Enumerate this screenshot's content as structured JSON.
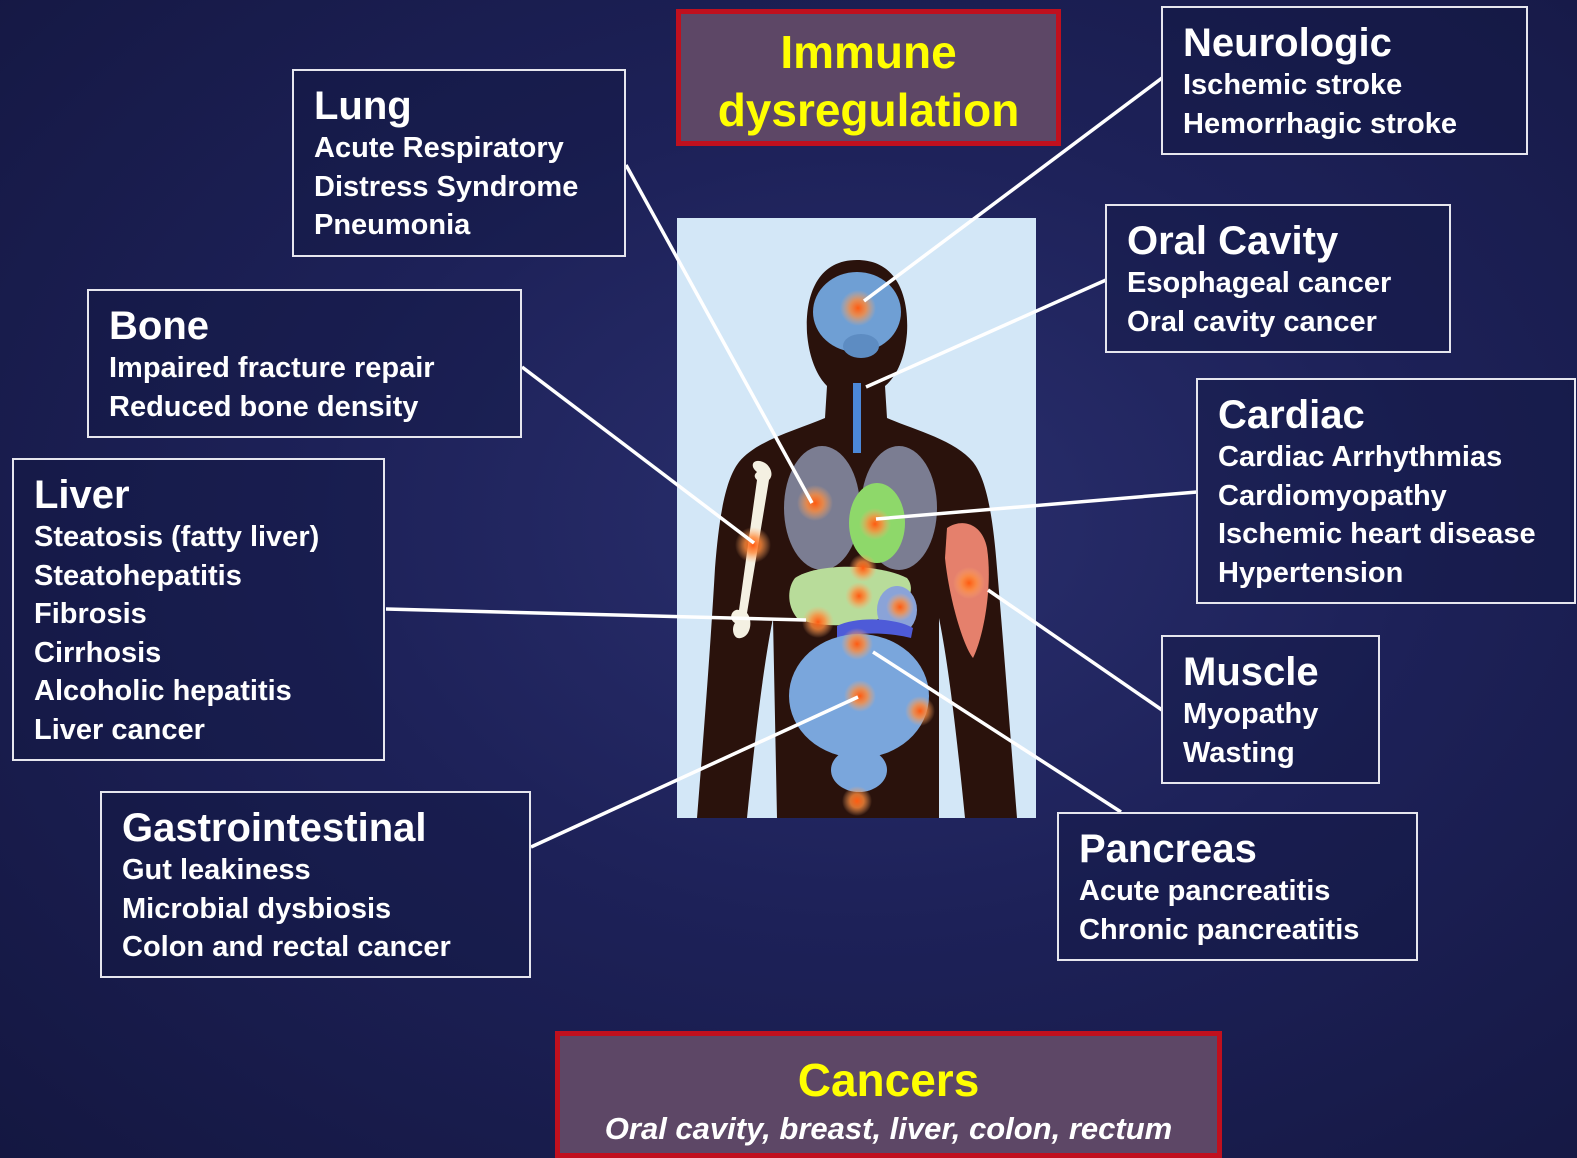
{
  "header": {
    "line1": "Immune",
    "line2": "dysregulation"
  },
  "footer": {
    "title": "Cancers",
    "subtitle": "Oral cavity, breast, liver, colon, rectum"
  },
  "organs": {
    "neurologic": {
      "title": "Neurologic",
      "items": [
        "Ischemic stroke",
        "Hemorrhagic stroke"
      ]
    },
    "lung": {
      "title": "Lung",
      "items": [
        "Acute Respiratory",
        "Distress Syndrome",
        "Pneumonia"
      ]
    },
    "oral_cavity": {
      "title": "Oral Cavity",
      "items": [
        "Esophageal cancer",
        "Oral cavity cancer"
      ]
    },
    "bone": {
      "title": "Bone",
      "items": [
        "Impaired fracture repair",
        "Reduced bone density"
      ]
    },
    "cardiac": {
      "title": "Cardiac",
      "items": [
        "Cardiac Arrhythmias",
        "Cardiomyopathy",
        "Ischemic heart disease",
        "Hypertension"
      ]
    },
    "liver": {
      "title": "Liver",
      "items": [
        "Steatosis (fatty liver)",
        "Steatohepatitis",
        "Fibrosis",
        "Cirrhosis",
        "Alcoholic hepatitis",
        "Liver cancer"
      ]
    },
    "muscle": {
      "title": "Muscle",
      "items": [
        "Myopathy",
        "Wasting"
      ]
    },
    "gastrointestinal": {
      "title": "Gastrointestinal",
      "items": [
        "Gut leakiness",
        "Microbial dysbiosis",
        "Colon and rectal cancer"
      ]
    },
    "pancreas": {
      "title": "Pancreas",
      "items": [
        "Acute pancreatitis",
        "Chronic pancreatitis"
      ]
    }
  },
  "colors": {
    "background": "#1d2158",
    "box_border": "#e6e6ee",
    "highlight_fill": "#5d4766",
    "highlight_border": "#c0101e",
    "highlight_text": "#ffff00",
    "body_panel": "#d3e7f7",
    "silhouette": "#2a120c",
    "hotspot": "#ff6a1a"
  }
}
